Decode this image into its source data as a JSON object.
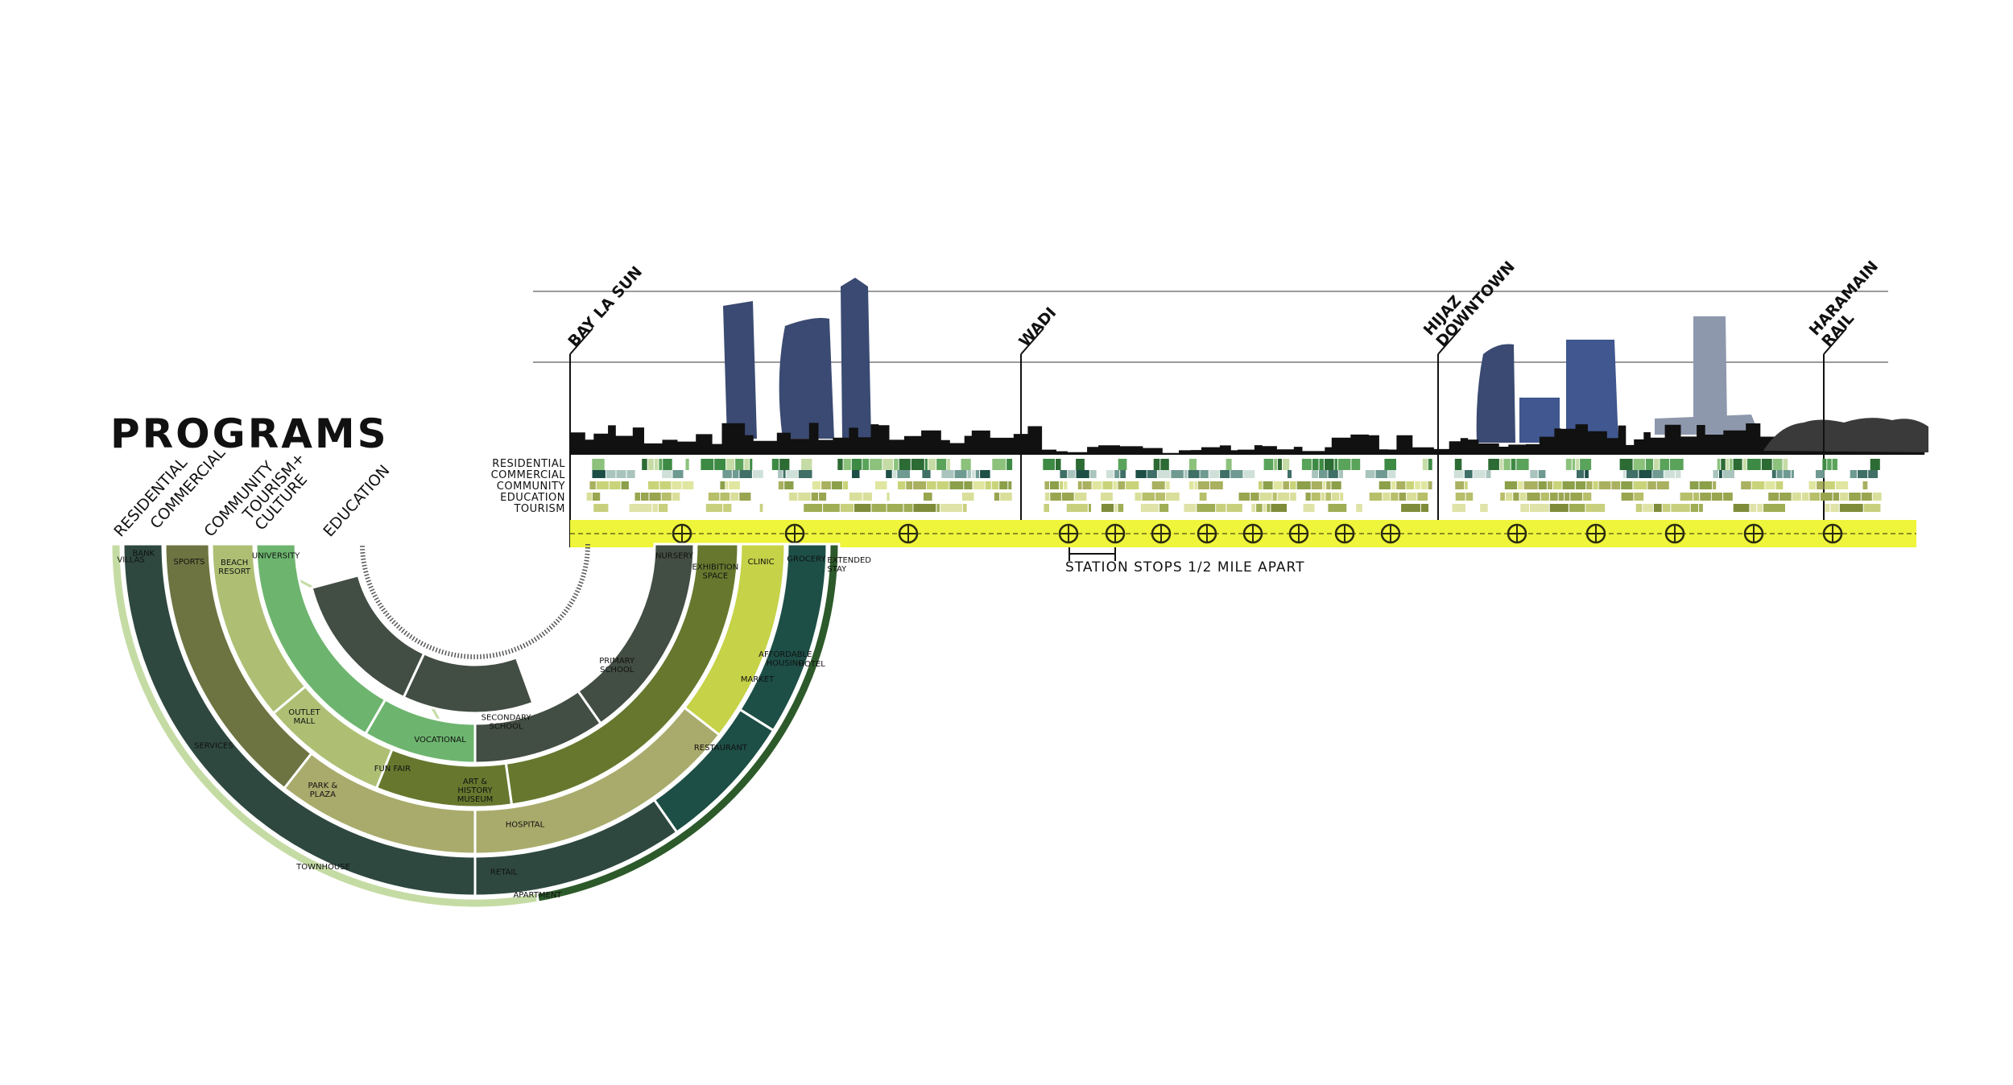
{
  "title": "PROGRAMS",
  "stations": [
    "BAY LA SUN",
    "WADI",
    "HIJAZ DOWNTOWN",
    "HARAMAIN RAIL"
  ],
  "station_lines": [
    [
      "BAY LA SUN"
    ],
    [
      "WADI"
    ],
    [
      "HIJAZ",
      "DOWNTOWN"
    ],
    [
      "HARAMAIN",
      "RAIL"
    ]
  ],
  "row_labels": [
    "RESIDENTIAL",
    "COMMERCIAL",
    "COMMUNITY",
    "EDUCATION",
    "TOURISM"
  ],
  "station_note": "STATION STOPS 1/2 MILE APART",
  "ring_categories": [
    "RESIDENTIAL",
    "COMMERCIAL",
    "COMMUNITY",
    "TOURISM+\nCULTURE",
    "EDUCATION"
  ],
  "segments": {
    "villas": "VILLAS",
    "townhouse": "TOWNHOUSE",
    "apartment": "APARTMENT",
    "affordable": "AFFORDABLE\nHOUSING",
    "hotel": "HOTEL",
    "extended": "EXTENDED\nSTAY",
    "bank": "BANK",
    "services": "SERVICES",
    "retail": "RETAIL",
    "restaurant": "RESTAURANT",
    "market": "MARKET",
    "grocery": "GROCERY",
    "sports": "SPORTS",
    "park": "PARK &\nPLAZA",
    "hospital": "HOSPITAL",
    "clinic": "CLINIC",
    "beach": "BEACH\nRESORT",
    "outlet": "OUTLET\nMALL",
    "funfair": "FUN FAIR",
    "museum": "ART &\nHISTORY\nMUSEUM",
    "exhibition": "EXHIBITION\nSPACE",
    "university": "UNIVERSITY",
    "vocational": "VOCATIONAL",
    "secondary": "SECONDARY\nSCHOOL",
    "primary": "PRIMARY\nSCHOOL",
    "nursery": "NURSERY"
  },
  "colors": {
    "residential_light": "#c5dba4",
    "residential_dark": "#2d5a2a",
    "commercial": "#2e4840",
    "commercial_teal": "#1d4f46",
    "community": "#6e7441",
    "community_light": "#a9ab6c",
    "community_yellow": "#c6d247",
    "tourism": "#aebf74",
    "tourism_dark": "#67782e",
    "education": "#6db56f",
    "education_dark": "#424d43",
    "rail": "#eef53a",
    "tower": "#3a4a72",
    "tower_blue": "#40578f",
    "tower_grey": "#8e98ad"
  }
}
